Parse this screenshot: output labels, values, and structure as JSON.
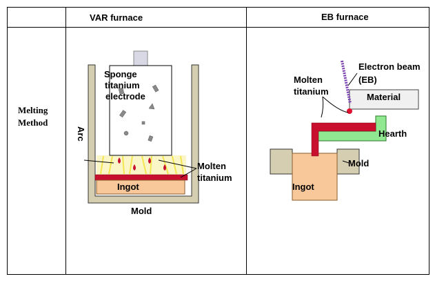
{
  "table": {
    "headers": {
      "col1": "",
      "col2": "VAR furnace",
      "col3": "EB furnace"
    },
    "row_label_line1": "Melting",
    "row_label_line2": "Method"
  },
  "var_furnace": {
    "electrode_line1": "Sponge",
    "electrode_line2": "titanium",
    "electrode_line3": "electrode",
    "arc": "Arc",
    "molten_line1": "Molten",
    "molten_line2": "titanium",
    "ingot": "Ingot",
    "mold": "Mold"
  },
  "eb_furnace": {
    "beam_line1": "Electron beam",
    "beam_line2": "(EB)",
    "molten_line1": "Molten",
    "molten_line2": "titanium",
    "material": "Material",
    "hearth": "Hearth",
    "mold": "Mold",
    "ingot": "Ingot"
  },
  "colors": {
    "mold_wall": "#d6ceb0",
    "ingot": "#f9c89a",
    "molten": "#c8102e",
    "electrode": "#ffffff",
    "hearth": "#90e890",
    "material": "#f0f0f0",
    "beam": "#7a3fb0",
    "arc_glow": "#f6ef6a"
  }
}
